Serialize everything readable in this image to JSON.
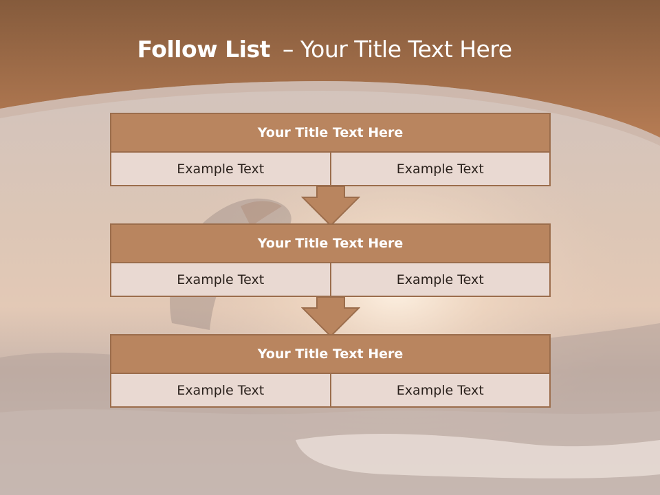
{
  "slide": {
    "title_bold": "Follow List",
    "title_rest": "– Your Title Text Here"
  },
  "steps": [
    {
      "title": "Your Title Text Here",
      "left": "Example Text",
      "right": "Example Text"
    },
    {
      "title": "Your Title Text Here",
      "left": "Example Text",
      "right": "Example Text"
    },
    {
      "title": "Your Title Text Here",
      "left": "Example Text",
      "right": "Example Text"
    }
  ],
  "colors": {
    "header_band": "#b47a54",
    "box_header": "#b9855f",
    "box_border": "#9b6d4c",
    "cell_bg": "#e9d9d2"
  }
}
